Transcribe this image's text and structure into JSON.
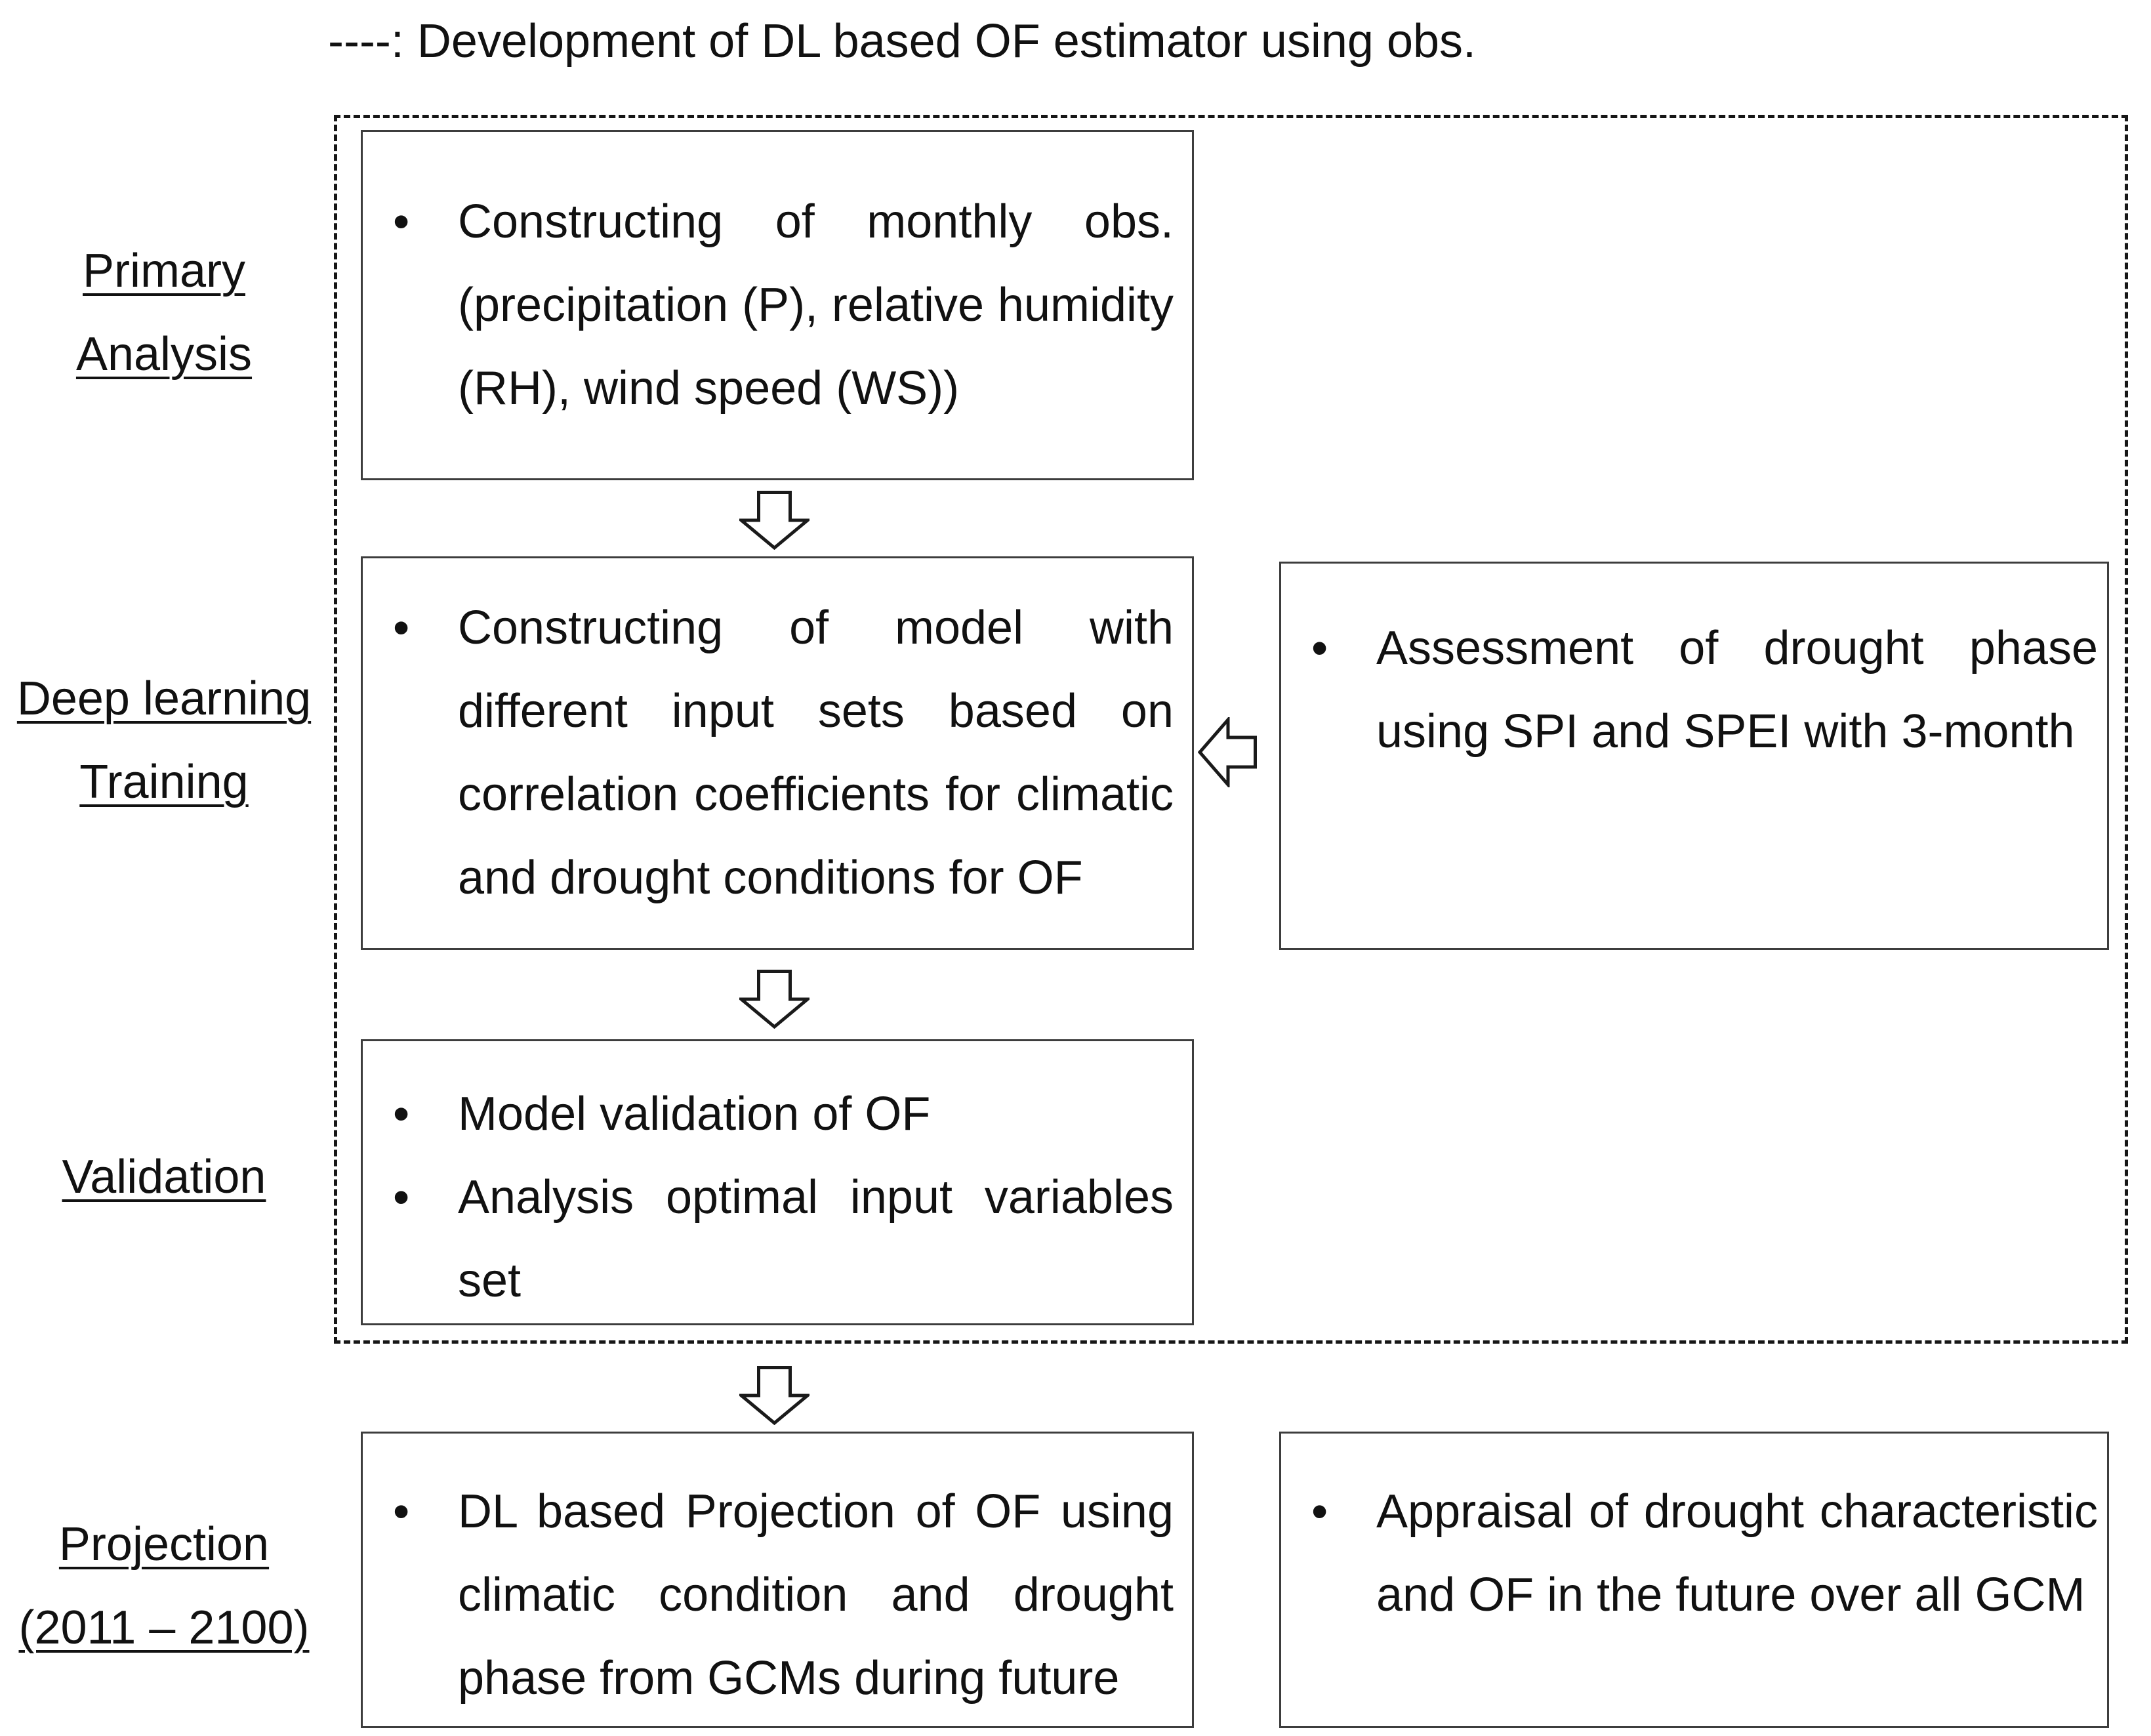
{
  "legend_text": "----: Development of DL based OF estimator using obs.",
  "sidebar_labels": {
    "primary": [
      "Primary",
      "Analysis"
    ],
    "training": [
      "Deep learning",
      "Training"
    ],
    "validation": [
      "Validation"
    ],
    "projection": [
      "Projection",
      "(2011 – 2100)"
    ]
  },
  "boxes": {
    "primary_analysis": {
      "bullets": [
        "Constructing of monthly obs.(precipitation (P), relative humidity (RH), wind speed (WS))"
      ]
    },
    "model_training": {
      "bullets": [
        "Constructing of model with different input sets based on correlation coefficients for climatic and drought conditions for OF"
      ]
    },
    "drought_assessment": {
      "bullets": [
        "Assessment of drought phase using SPI and SPEI with 3-month"
      ]
    },
    "validation": {
      "bullets": [
        "Model validation of OF",
        "Analysis optimal input variables set"
      ]
    },
    "projection": {
      "bullets": [
        "DL based Projection of OF using climatic condition and drought phase from GCMs during future"
      ]
    },
    "appraisal": {
      "bullets": [
        "Appraisal of drought characteristic and OF in the future over all GCM"
      ]
    }
  },
  "icons": {
    "down_arrow": "down-arrow-icon",
    "left_arrow": "left-arrow-icon"
  },
  "colors": {
    "text": "#111111",
    "box_border": "#3d3d3d",
    "dashed_border": "#161616",
    "arrow_outline": "#1a1a1a",
    "background": "#ffffff"
  }
}
